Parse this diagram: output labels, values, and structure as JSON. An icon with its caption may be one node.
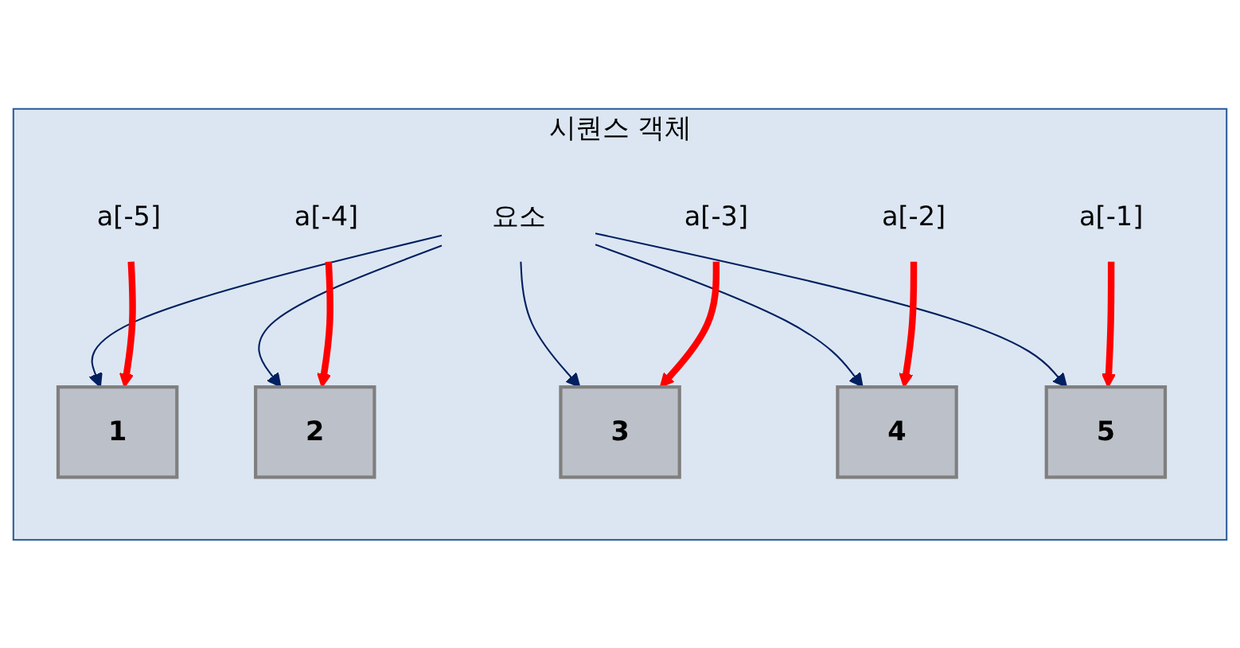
{
  "diagram": {
    "nodes": [
      {
        "text": [
          "시퀀스 객체"
        ]
      },
      {
        "text": [
          "요소"
        ],
        "in": 0
      },
      {
        "text": [
          "1"
        ],
        "in": 0
      },
      {
        "text": [
          "2"
        ],
        "in": 0
      },
      {
        "text": [
          "3"
        ],
        "in": 0
      },
      {
        "text": [
          "4"
        ],
        "in": 0
      },
      {
        "text": [
          "5"
        ],
        "in": 0
      },
      {
        "text": [
          "a[-5]"
        ],
        "in": 0
      },
      {
        "text": [
          "a[-4]"
        ],
        "in": 0
      },
      {
        "text": [
          "a[-3]"
        ],
        "in": 0
      },
      {
        "text": [
          "a[-2]"
        ],
        "in": 0
      },
      {
        "text": [
          "a[-1]"
        ],
        "in": 0
      }
    ],
    "edges": [
      {
        "from": 1,
        "to": 2,
        "arrow": "to"
      },
      {
        "from": 1,
        "to": 3,
        "arrow": "to"
      },
      {
        "from": 1,
        "to": 4,
        "arrow": "to"
      },
      {
        "from": 1,
        "to": 5,
        "arrow": "to"
      },
      {
        "from": 1,
        "to": 6,
        "arrow": "to"
      },
      {
        "from": 7,
        "to": 2,
        "arrow": "to",
        "style": "thick",
        "color": "#ff0000"
      },
      {
        "from": 8,
        "to": 3,
        "arrow": "to",
        "style": "thick",
        "color": "#ff0000"
      },
      {
        "from": 9,
        "to": 4,
        "arrow": "to",
        "style": "thick",
        "color": "#ff0000"
      },
      {
        "from": 10,
        "to": 5,
        "arrow": "to",
        "style": "thick",
        "color": "#ff0000"
      },
      {
        "from": 11,
        "to": 6,
        "arrow": "to",
        "style": "thick",
        "color": "#ff0000"
      }
    ]
  }
}
